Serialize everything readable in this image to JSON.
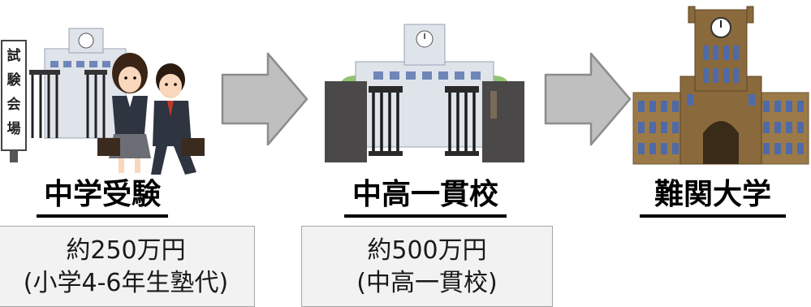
{
  "stages": [
    {
      "label": "中学受験",
      "sign_text": [
        "試",
        "験",
        "会",
        "場"
      ],
      "icon": "exam-hall-students-icon"
    },
    {
      "label": "中高一貫校",
      "icon": "school-gate-icon"
    },
    {
      "label": "難関大学",
      "icon": "university-clocktower-icon"
    }
  ],
  "costs": [
    {
      "line1": "約250万円",
      "line2": "(小学4-6年生塾代)"
    },
    {
      "line1": "約500万円",
      "line2": "(中高一貫校)"
    }
  ],
  "arrows": [
    {
      "icon": "right-arrow-icon"
    },
    {
      "icon": "right-arrow-icon"
    }
  ],
  "colors": {
    "arrow_fill": "#bfbfbf",
    "arrow_stroke": "#8c8c8c",
    "box_fill": "#f2f2f2",
    "box_stroke": "#a6a6a6",
    "building_wall": "#dfe3ea",
    "window": "#6f86b8",
    "tower_brick": "#8a6a3c"
  }
}
